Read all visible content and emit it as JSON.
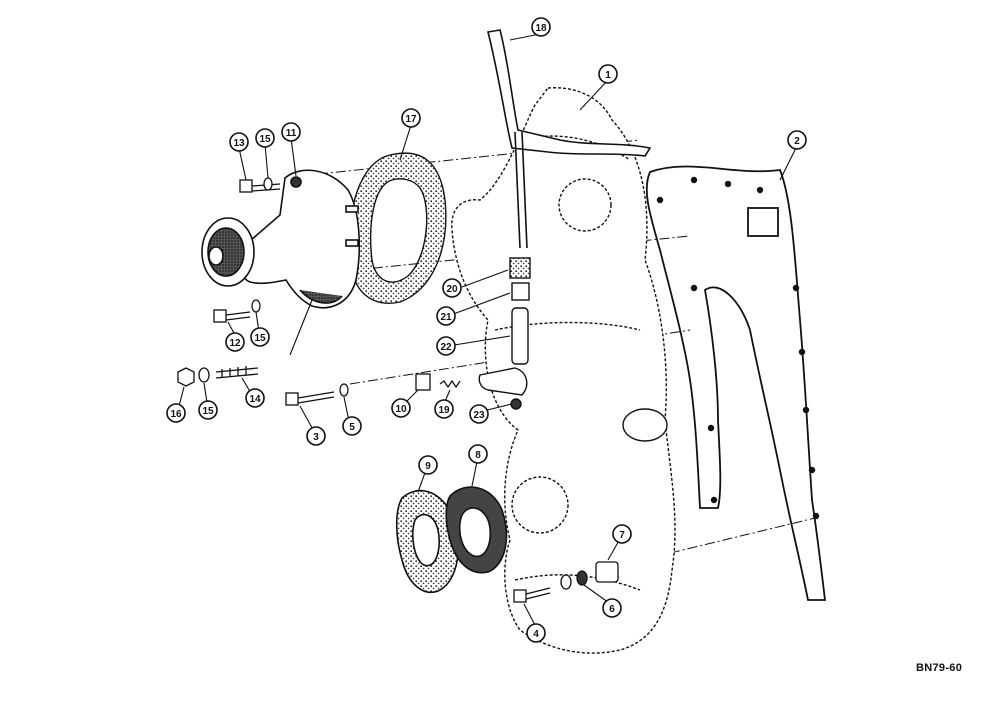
{
  "diagram": {
    "reference_code": "BN79-60",
    "callouts": [
      {
        "id": "c1",
        "label": "1"
      },
      {
        "id": "c2",
        "label": "2"
      },
      {
        "id": "c3",
        "label": "3"
      },
      {
        "id": "c4",
        "label": "4"
      },
      {
        "id": "c5",
        "label": "5"
      },
      {
        "id": "c6",
        "label": "6"
      },
      {
        "id": "c7",
        "label": "7"
      },
      {
        "id": "c8",
        "label": "8"
      },
      {
        "id": "c9",
        "label": "9"
      },
      {
        "id": "c10",
        "label": "10"
      },
      {
        "id": "c11",
        "label": "11"
      },
      {
        "id": "c12",
        "label": "12"
      },
      {
        "id": "c13",
        "label": "13"
      },
      {
        "id": "c14",
        "label": "14"
      },
      {
        "id": "c15a",
        "label": "15"
      },
      {
        "id": "c15b",
        "label": "15"
      },
      {
        "id": "c15c",
        "label": "15"
      },
      {
        "id": "c16",
        "label": "16"
      },
      {
        "id": "c17",
        "label": "17"
      },
      {
        "id": "c18",
        "label": "18"
      },
      {
        "id": "c19",
        "label": "19"
      },
      {
        "id": "c20",
        "label": "20"
      },
      {
        "id": "c21",
        "label": "21"
      },
      {
        "id": "c22",
        "label": "22"
      },
      {
        "id": "c23",
        "label": "23"
      }
    ]
  }
}
